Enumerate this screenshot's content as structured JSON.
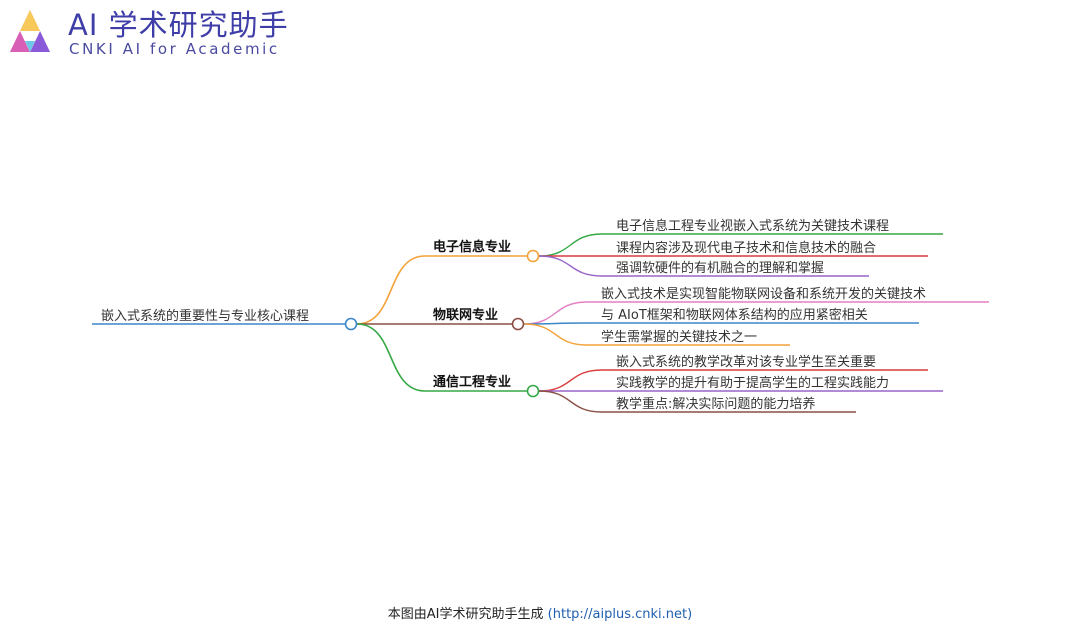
{
  "brand": {
    "title": "AI 学术研究助手",
    "subtitle": "CNKI AI for Academic"
  },
  "mindmap": {
    "root": "嵌入式系统的重要性与专业核心课程",
    "branches": [
      {
        "label": "电子信息专业",
        "color": "#f4a23a",
        "leaves": [
          {
            "text": "电子信息工程专业视嵌入式系统为关键技术课程",
            "color": "#35a845"
          },
          {
            "text": "课程内容涉及现代电子技术和信息技术的融合",
            "color": "#d93c3c"
          },
          {
            "text": "强调软硬件的有机融合的理解和掌握",
            "color": "#9a63c8"
          }
        ]
      },
      {
        "label": "物联网专业",
        "color": "#8a4f45",
        "leaves": [
          {
            "text": "嵌入式技术是实现智能物联网设备和系统开发的关键技术",
            "color": "#e47fc3"
          },
          {
            "text": "与 AIoT框架和物联网体系结构的应用紧密相关",
            "color": "#3a86c8"
          },
          {
            "text": "学生需掌握的关键技术之一",
            "color": "#f4a23a"
          }
        ]
      },
      {
        "label": "通信工程专业",
        "color": "#35a845",
        "leaves": [
          {
            "text": "嵌入式系统的教学改革对该专业学生至关重要",
            "color": "#d93c3c"
          },
          {
            "text": "实践教学的提升有助于提高学生的工程实践能力",
            "color": "#9a63c8"
          },
          {
            "text": "教学重点:解决实际问题的能力培养",
            "color": "#8a4f45"
          }
        ]
      }
    ],
    "root_color": "#3a86c8"
  },
  "footer": {
    "prefix": "本图由AI学术研究助手生成 ",
    "link": "(http://aiplus.cnki.net)"
  },
  "logo_icon": "triangle-logo-icon"
}
